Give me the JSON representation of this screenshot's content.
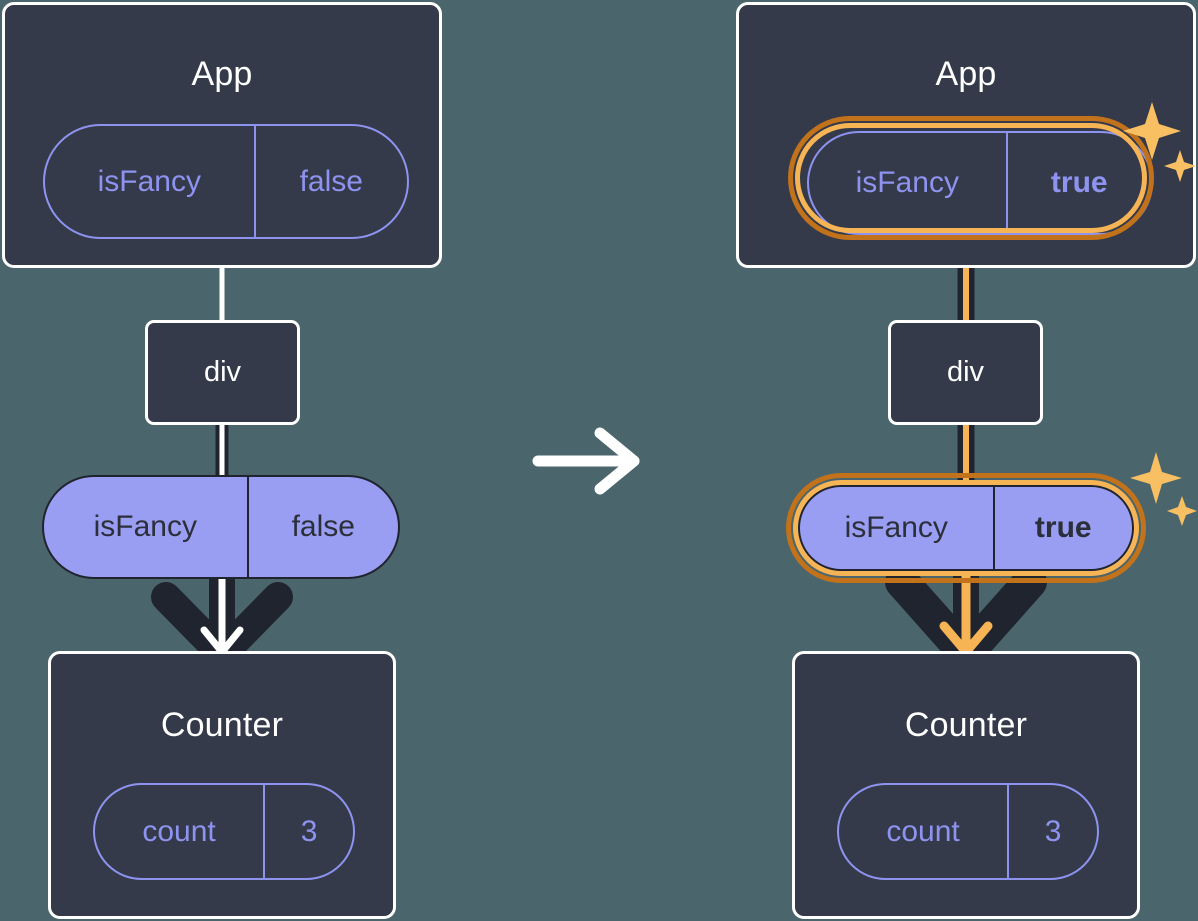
{
  "diagram": {
    "type": "react-state-propagation",
    "background_color": "#4b656d",
    "box_color": "#343a49",
    "box_border_color": "#ffffff",
    "pill_outline_color": "#8e93f0",
    "pill_fill_color": "#9a9ef2",
    "pill_text_dark": "#2b2f3a",
    "highlight_outer_color": "#c1721b",
    "highlight_inner_color": "#f6b455",
    "sparkle_color": "#f9bf63",
    "transition_arrow_color": "#ffffff"
  },
  "transition": {
    "icon": "arrow-right-icon",
    "label": "→"
  },
  "before": {
    "app": {
      "title": "App",
      "prop": {
        "name": "isFancy",
        "value": "false",
        "bold": false,
        "highlighted": false
      }
    },
    "div": {
      "title": "div"
    },
    "prop_pill": {
      "name": "isFancy",
      "value": "false",
      "bold": false,
      "highlighted": false
    },
    "counter": {
      "title": "Counter",
      "state": {
        "name": "count",
        "value": "3"
      }
    },
    "connectors": {
      "color": "#ffffff",
      "outline_color": "#20242e"
    },
    "arrow": {
      "color": "#ffffff",
      "outline_color": "#20242e",
      "sparkles": false
    }
  },
  "after": {
    "app": {
      "title": "App",
      "prop": {
        "name": "isFancy",
        "value": "true",
        "bold": true,
        "highlighted": true
      }
    },
    "div": {
      "title": "div"
    },
    "prop_pill": {
      "name": "isFancy",
      "value": "true",
      "bold": true,
      "highlighted": true
    },
    "counter": {
      "title": "Counter",
      "state": {
        "name": "count",
        "value": "3"
      }
    },
    "connectors": {
      "color": "#f6b455",
      "outline_color": "#20242e"
    },
    "arrow": {
      "color": "#f6b455",
      "outline_color": "#20242e",
      "sparkles": true
    }
  }
}
